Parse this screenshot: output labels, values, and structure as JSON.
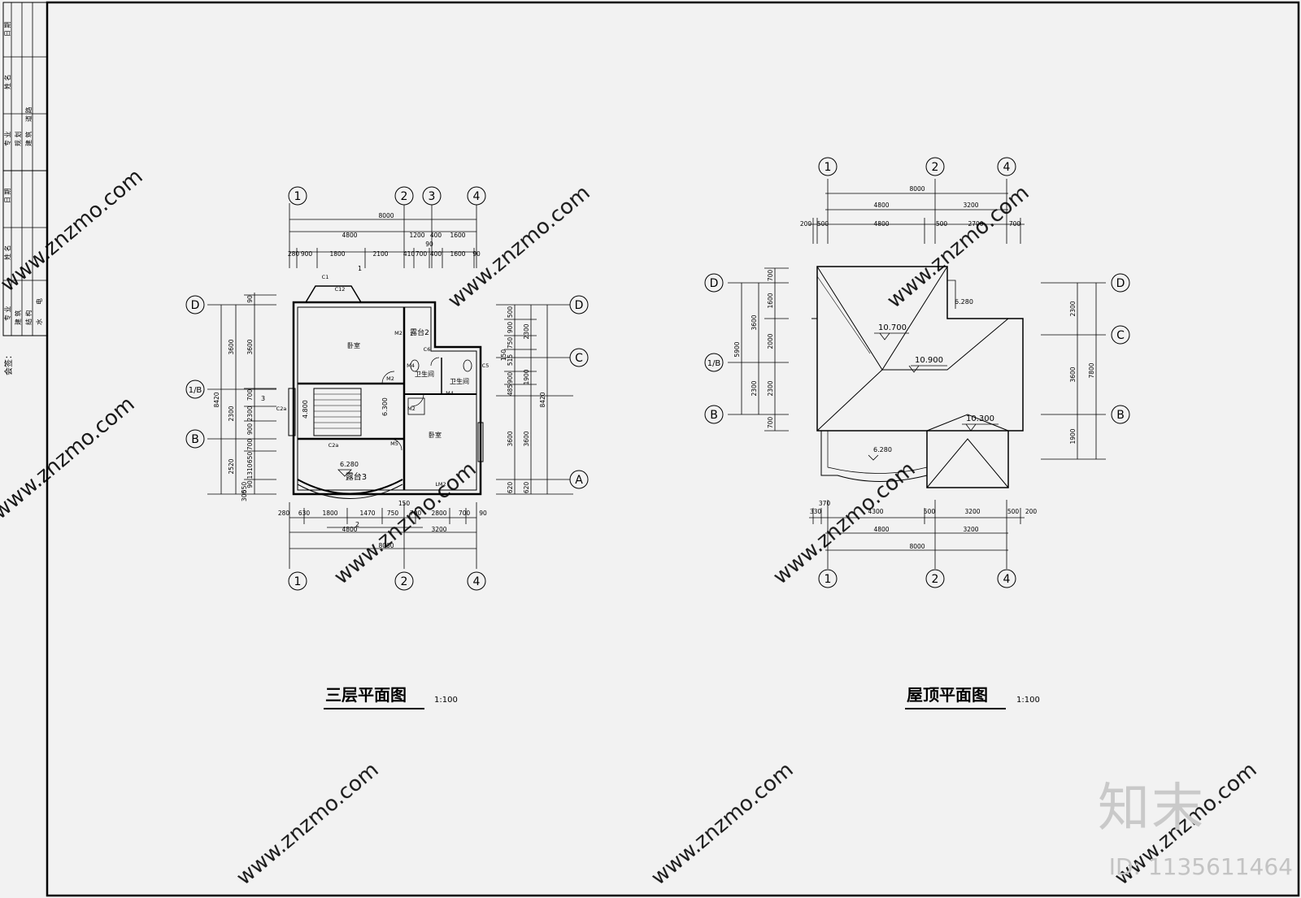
{
  "title_block": {
    "upper": [
      {
        "label": "日 期"
      },
      {
        "label": "姓 名"
      },
      {
        "label": "专 业",
        "items": [
          "规 划",
          "建 筑"
        ]
      },
      {
        "label": "",
        "items": [
          "道 路"
        ]
      }
    ],
    "lower": [
      {
        "label": "日 期"
      },
      {
        "label": "姓 名"
      },
      {
        "label": "专 业",
        "items": [
          "建 筑",
          "结 构",
          "水",
          "电"
        ]
      }
    ],
    "sign": "会签："
  },
  "third_floor": {
    "title": "三层平面图",
    "scale": "1:100",
    "axes_top": [
      "1",
      "2",
      "3",
      "4"
    ],
    "axes_bottom": [
      "1",
      "2",
      "4"
    ],
    "axes_left": [
      "D",
      "1/B",
      "B"
    ],
    "axes_right": [
      "D",
      "C",
      "A"
    ],
    "top_dims": {
      "total": "8000",
      "row2": [
        "4800",
        "1200",
        "400",
        "1600"
      ],
      "row3": [
        "280",
        "900",
        "1800",
        "2100",
        "410",
        "700",
        "400",
        "1600",
        "90"
      ],
      "extra": "90"
    },
    "bottom_dims": {
      "row1": [
        "280",
        "630",
        "1800",
        "1470",
        "750",
        "700",
        "2800",
        "700",
        "90"
      ],
      "extra": "150",
      "row2": [
        "4800",
        "3200"
      ],
      "total": "8000"
    },
    "left_dims": {
      "total": "8420",
      "mid": [
        "3600",
        "2300",
        "2520"
      ],
      "inner": [
        "90",
        "3600",
        "700",
        "2300",
        "900",
        "700",
        "650",
        "1310",
        "90",
        "550",
        "300"
      ]
    },
    "right_dims": {
      "total": "8420",
      "mid": [
        "2300",
        "1900",
        "3600",
        "620"
      ],
      "inner": [
        "500",
        "900",
        "750",
        "150",
        "515",
        "900",
        "485",
        "3600",
        "620"
      ]
    },
    "rooms": {
      "bedroom_a": "卧室",
      "bedroom_b": "卧室",
      "bath_a": "卫生间",
      "bath_b": "卫生间",
      "terrace2": "露台2",
      "terrace3": "露台3"
    },
    "tags": {
      "m2a": "M2",
      "m2b": "M2",
      "m2c": "M2",
      "m4a": "M4",
      "m4b": "M4",
      "m5": "M5",
      "c2a": "C2a",
      "c2b": "C2a",
      "c5": "C5",
      "c6": "C6",
      "lm2": "LM2",
      "c1": "C1",
      "c12": "C12"
    },
    "levels": {
      "stair": "4.800",
      "hall": "6.300",
      "terrace": "6.280"
    },
    "section_marks": [
      "1",
      "2",
      "3"
    ]
  },
  "roof": {
    "title": "屋顶平面图",
    "scale": "1:100",
    "axes_top": [
      "1",
      "2",
      "4"
    ],
    "axes_bottom": [
      "1",
      "2",
      "4"
    ],
    "axes_left": [
      "D",
      "1/B",
      "B"
    ],
    "axes_right": [
      "D",
      "C",
      "B"
    ],
    "top_dims": {
      "total": "8000",
      "row2": [
        "4800",
        "3200"
      ],
      "row3": [
        "200",
        "500",
        "4800",
        "500",
        "2700",
        "700"
      ]
    },
    "bottom_dims": {
      "row1": [
        "370",
        "330",
        "4300",
        "500",
        "3200",
        "500",
        "200"
      ],
      "row2": [
        "4800",
        "3200"
      ],
      "total": "8000"
    },
    "left_dims": {
      "total": "5900",
      "mid": [
        "3600",
        "2300"
      ],
      "inner": [
        "700",
        "1600",
        "2000",
        "2300",
        "700"
      ]
    },
    "right_dims": {
      "total": "7800",
      "mid": [
        "2300",
        "3600",
        "1900"
      ]
    },
    "levels": {
      "a": "10.700",
      "b": "10.900",
      "c": "10.300",
      "d": "6.280",
      "e": "6.280"
    }
  },
  "watermark": {
    "site": "www.znzmo.com",
    "brand": "知末",
    "id": "ID: 1135611464"
  }
}
